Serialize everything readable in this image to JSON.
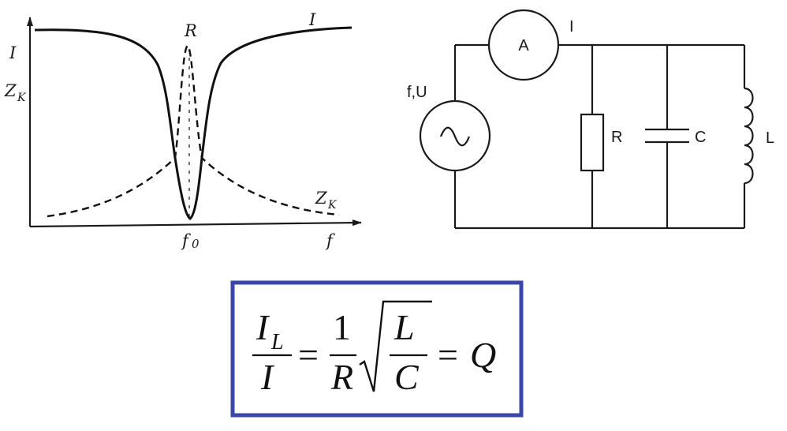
{
  "resonance_graph": {
    "axis_y_label_current": "I",
    "axis_y_label_impedance_main": "Z",
    "axis_y_label_impedance_sub": "K",
    "axis_x_label": "f",
    "resonance_freq_main": "f",
    "resonance_freq_sub": "0",
    "curve_label_current": "I",
    "curve_label_resistance": "R",
    "curve_label_impedance_main": "Z",
    "curve_label_impedance_sub": "K",
    "styles": {
      "current_curve": "solid",
      "impedance_curve": "dashed"
    }
  },
  "circuit": {
    "source_label": "f,U",
    "ammeter_label": "A",
    "current_label": "I",
    "resistor_label": "R",
    "capacitor_label": "C",
    "inductor_label": "L",
    "source_symbol": "~"
  },
  "formula": {
    "num1_main": "I",
    "num1_sub": "L",
    "den1": "I",
    "eq1": "=",
    "num2": "1",
    "den2": "R",
    "num3": "L",
    "den3": "C",
    "eq2": "=",
    "rhs": "Q",
    "frame_color": "#3a47a8"
  }
}
